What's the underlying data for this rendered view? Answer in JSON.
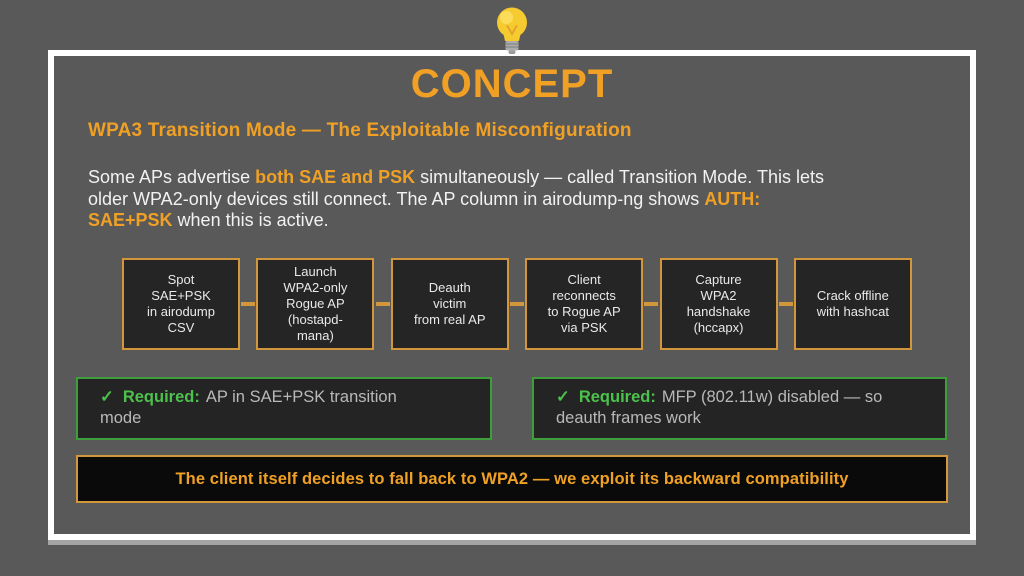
{
  "colors": {
    "bg_gray": "#595959",
    "white": "#FFFFFF",
    "orange_text": "#F0A125",
    "gold_border": "#D2973B",
    "green_border": "#3F9E3C",
    "green_text": "#4CC24C",
    "panel_dark": "#252525",
    "black": "#0A0A0A",
    "text_light": "#F2F2F2",
    "text_dim": "#B9B9B9"
  },
  "icons": {
    "header": "lightbulb-icon"
  },
  "header": {
    "title": "CONCEPT",
    "subtitle": "WPA3 Transition Mode — The Exploitable Misconfiguration"
  },
  "intro": {
    "segments": [
      {
        "text": "Some APs advertise ",
        "highlight": false
      },
      {
        "text": "both SAE and PSK",
        "highlight": true
      },
      {
        "text": " simultaneously — called Transition Mode. This lets\nolder WPA2-only devices still connect. The AP column in airodump-ng shows ",
        "highlight": false
      },
      {
        "text": "AUTH:\nSAE+PSK",
        "highlight": true
      },
      {
        "text": " when this is active.",
        "highlight": false
      }
    ]
  },
  "flow": {
    "steps": [
      "Spot\nSAE+PSK\nin airodump\nCSV",
      "Launch\nWPA2-only\nRogue AP\n(hostapd-\nmana)",
      "Deauth\nvictim\nfrom real AP",
      "Client\nreconnects\nto Rogue AP\nvia PSK",
      "Capture\nWPA2\nhandshake\n(hccapx)",
      "Crack offline\nwith hashcat"
    ]
  },
  "requirements": [
    {
      "check": "✓",
      "label": "Required:",
      "text": "AP in SAE+PSK transition\nmode"
    },
    {
      "check": "✓",
      "label": "Required:",
      "text": "MFP (802.11w) disabled — so\ndeauth frames work"
    }
  ],
  "footer": {
    "text": "The client itself decides to fall back to WPA2 — we exploit its backward compatibility"
  }
}
